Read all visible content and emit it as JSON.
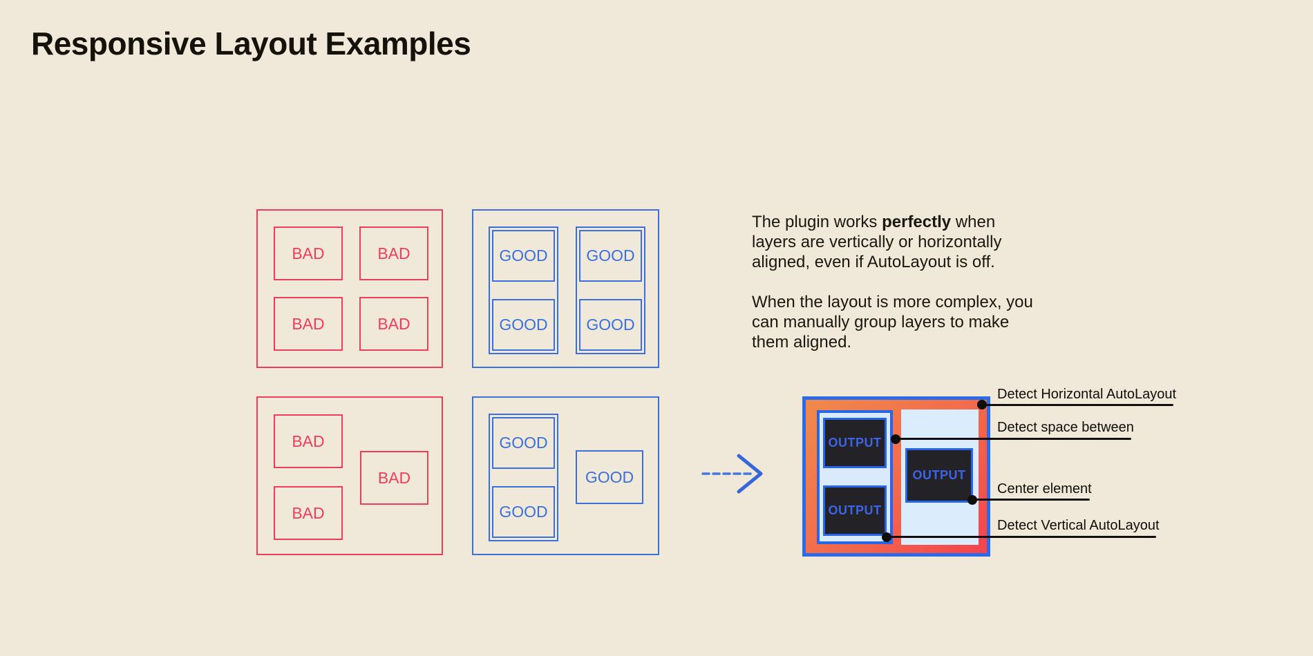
{
  "title": "Responsive Layout Examples",
  "colors": {
    "background": "#F0E9D9",
    "bad_red": "#EE3D5C",
    "good_blue": "#3B70DB",
    "ink_black": "#14120B",
    "frame_blue": "#2B6BE8",
    "gradient_orange": "#F08A4B",
    "gradient_red": "#F3434F",
    "panel_light_blue": "#DBEDFD",
    "output_dark": "#232327",
    "output_text_blue": "#3E63E8"
  },
  "examples": {
    "bad_grid": {
      "cells": [
        "BAD",
        "BAD",
        "BAD",
        "BAD"
      ]
    },
    "good_grid": {
      "groups": [
        [
          "GOOD",
          "GOOD"
        ],
        [
          "GOOD",
          "GOOD"
        ]
      ]
    },
    "bad_free": {
      "cells": [
        "BAD",
        "BAD",
        "BAD"
      ]
    },
    "good_free": {
      "group": [
        "GOOD",
        "GOOD"
      ],
      "single": "GOOD"
    }
  },
  "description": {
    "p1_line1_pre": "The plugin works ",
    "p1_line1_bold": "perfectly",
    "p1_line1_post": " when",
    "p1_line2": "layers are vertically or horizontally",
    "p1_line3": "aligned, even if AutoLayout is off.",
    "p2_line1": "When the layout is more complex, you",
    "p2_line2": "can manually group layers to make",
    "p2_line3": "them aligned."
  },
  "output": {
    "label": "OUTPUT"
  },
  "annotations": [
    {
      "label": "Detect Horizontal AutoLayout"
    },
    {
      "label": "Detect space between"
    },
    {
      "label": "Center element"
    },
    {
      "label": "Detect Vertical AutoLayout"
    }
  ]
}
